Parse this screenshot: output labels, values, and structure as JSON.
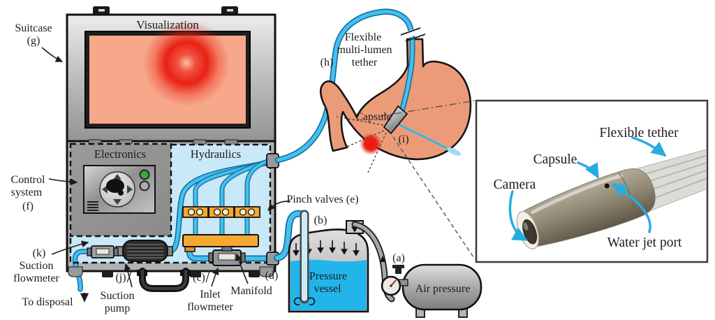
{
  "figure": {
    "description": "Portable tethered-capsule endoscopy system diagram: suitcase console, water/air supply, stomach with capsule, and capsule close-up inset"
  },
  "colors": {
    "suitcase_gray": "#c2c2c2",
    "panel_gray": "#a2a2a2",
    "hydraulics_blue": "#c9e9f8",
    "tube_blue": "#45bfee",
    "tube_edge": "#15709f",
    "valve_orange": "#f5a832",
    "screen_salmon": "#f7a78a",
    "lesion_red": "#e81c0e",
    "stomach_salmon": "#ec9b79",
    "water_blue": "#22b5ea",
    "annotation_blue": "#29abe2",
    "capsule_taupe": "#8e8672",
    "led_green": "#3faa35"
  },
  "labels": {
    "suitcase": [
      "Suitcase",
      "(g)"
    ],
    "visualization": "Visualization",
    "electronics": "Electronics",
    "hydraulics": "Hydraulics",
    "control_system": [
      "Control",
      "system",
      "(f)"
    ],
    "suction_flowmeter": [
      "(k)",
      "Suction",
      "flowmeter"
    ],
    "to_disposal": "To disposal",
    "suction_pump": [
      "(j)",
      "Suction",
      "pump"
    ],
    "inlet_flowmeter": [
      "(c)",
      "Inlet",
      "flowmeter"
    ],
    "manifold": [
      "(d)",
      "Manifold"
    ],
    "pinch_valves": "Pinch valves (e)",
    "pressure_vessel": [
      "(b)",
      "Pressure",
      "vessel"
    ],
    "air_pressure": [
      "(a)",
      "Air pressure"
    ],
    "tether_label": [
      "Flexible",
      "multi-lumen",
      "tether",
      "(h)"
    ],
    "capsule_label": "Capsule",
    "capsule_ref": "(i)",
    "inset": {
      "flexible_tether": "Flexible tether",
      "capsule": "Capsule",
      "camera": "Camera",
      "water_jet_port": "Water jet port"
    }
  }
}
